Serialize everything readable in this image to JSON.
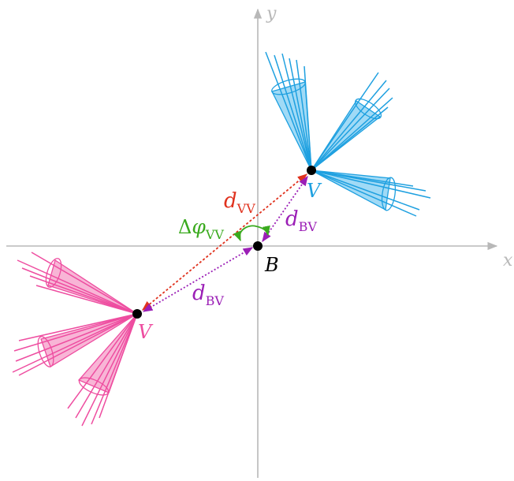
{
  "axes": {
    "x_label": "x",
    "y_label": "y",
    "color": "#b8b8b8"
  },
  "labels": {
    "d_vv": {
      "main": "d",
      "sub": "VV",
      "color": "#e0321e"
    },
    "delta_phi": {
      "delta": "Δ",
      "phi": "φ",
      "sub": "VV",
      "color": "#3aaa1e"
    },
    "d_bv_upper": {
      "main": "d",
      "sub": "BV",
      "color": "#9b1fb6"
    },
    "d_bv_lower": {
      "main": "d",
      "sub": "BV",
      "color": "#9b1fb6"
    },
    "beam_spot": {
      "text": "B",
      "color": "#000000"
    },
    "vertex_blue": {
      "text": "V",
      "color": "#1ea0e0"
    },
    "vertex_pink": {
      "text": "V",
      "color": "#ee4da0"
    }
  },
  "colors": {
    "blue_jets": "#1ea0e0",
    "blue_fill": "#8fd3f4",
    "pink_jets": "#ee4da0",
    "pink_fill": "#f7a8cf"
  }
}
